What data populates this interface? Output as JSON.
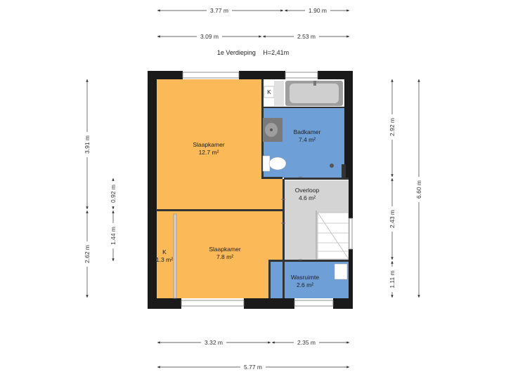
{
  "plan": {
    "floor_label": "1e Verdieping",
    "height_label": "H=2,41m",
    "rooms": {
      "slaapkamer_1": {
        "name": "Slaapkamer",
        "area": "12.7 m²"
      },
      "badkamer": {
        "name": "Badkamer",
        "area": "7.4 m²"
      },
      "overloop": {
        "name": "Overloop",
        "area": "4.6 m²"
      },
      "slaapkamer_2": {
        "name": "Slaapkamer",
        "area": "7.8 m²"
      },
      "kast": {
        "name": "K",
        "area": "1.3 m²"
      },
      "wasruimte": {
        "name": "Wasruimte",
        "area": "2.6 m²"
      },
      "kast_bad": {
        "name": "K"
      }
    },
    "dims": {
      "top1_a": "3.77 m",
      "top1_b": "1.90 m",
      "top2_a": "3.09 m",
      "top2_b": "2.53 m",
      "bot1_a": "3.32 m",
      "bot1_b": "2.35 m",
      "bot2": "5.77 m",
      "left1_a": "3.91 m",
      "left1_b": "2.62 m",
      "left2_a": "0.92 m",
      "left2_b": "1.44 m",
      "right1_a": "2.92 m",
      "right1_b": "2.43 m",
      "right1_c": "1.11 m",
      "right2": "6.60 m"
    },
    "colors": {
      "bedroom": "#fbb957",
      "bathroom": "#6f9fd7",
      "hall": "#d4d4d4",
      "wall": "#1a1a1a"
    }
  }
}
